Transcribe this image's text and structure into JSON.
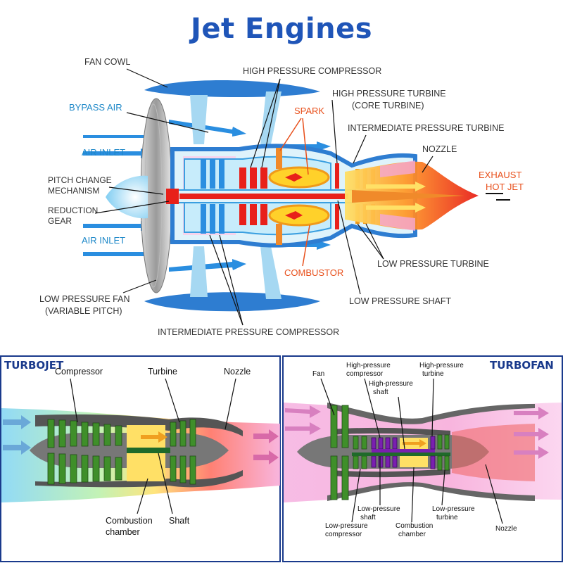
{
  "title": "Jet Engines",
  "top_diagram": {
    "labels": {
      "fan_cowl": "FAN COWL",
      "bypass_air": "BYPASS AIR",
      "air_inlet_top": "AIR INLET",
      "pitch_change_1": "PITCH CHANGE",
      "pitch_change_2": "MECHANISM",
      "reduction_1": "REDUCTION",
      "reduction_2": "GEAR",
      "air_inlet_bottom": "AIR INLET",
      "lp_fan_1": "LOW PRESSURE FAN",
      "lp_fan_2": "(VARIABLE PITCH)",
      "hp_compressor": "HIGH PRESSURE COMPRESSOR",
      "hp_turbine_1": "HIGH PRESSURE TURBINE",
      "hp_turbine_2": "(CORE TURBINE)",
      "spark": "SPARK",
      "ip_turbine": "INTERMEDIATE PRESSURE TURBINE",
      "nozzle": "NOZZLE",
      "exhaust_1": "EXHAUST",
      "exhaust_2": "HOT JET",
      "combustor": "COMBUSTOR",
      "lp_turbine": "LOW PRESSURE TURBINE",
      "lp_shaft": "LOW PRESSURE SHAFT",
      "ip_compressor": "INTERMEDIATE PRESSURE COMPRESSOR"
    }
  },
  "turbojet": {
    "title": "TURBOJET",
    "labels": {
      "compressor": "Compressor",
      "turbine": "Turbine",
      "nozzle": "Nozzle",
      "combustion_1": "Combustion",
      "combustion_2": "chamber",
      "shaft": "Shaft"
    }
  },
  "turbofan": {
    "title": "TURBOFAN",
    "labels": {
      "fan": "Fan",
      "hp_comp_1": "High-pressure",
      "hp_comp_2": "compressor",
      "hp_shaft_1": "High-pressure",
      "hp_shaft_2": "shaft",
      "hp_turb_1": "High-pressure",
      "hp_turb_2": "turbine",
      "lp_shaft_1": "Low-pressure",
      "lp_shaft_2": "shaft",
      "lp_comp_1": "Low-pressure",
      "lp_comp_2": "compressor",
      "comb_1": "Combustion",
      "comb_2": "chamber",
      "lp_turb_1": "Low-pressure",
      "lp_turb_2": "turbine",
      "nozzle": "Nozzle"
    }
  },
  "colors": {
    "title": "#1f55b8",
    "label_blue": "#1e88c8",
    "label_red": "#e8501c",
    "panel_title": "#1a3a8c"
  }
}
